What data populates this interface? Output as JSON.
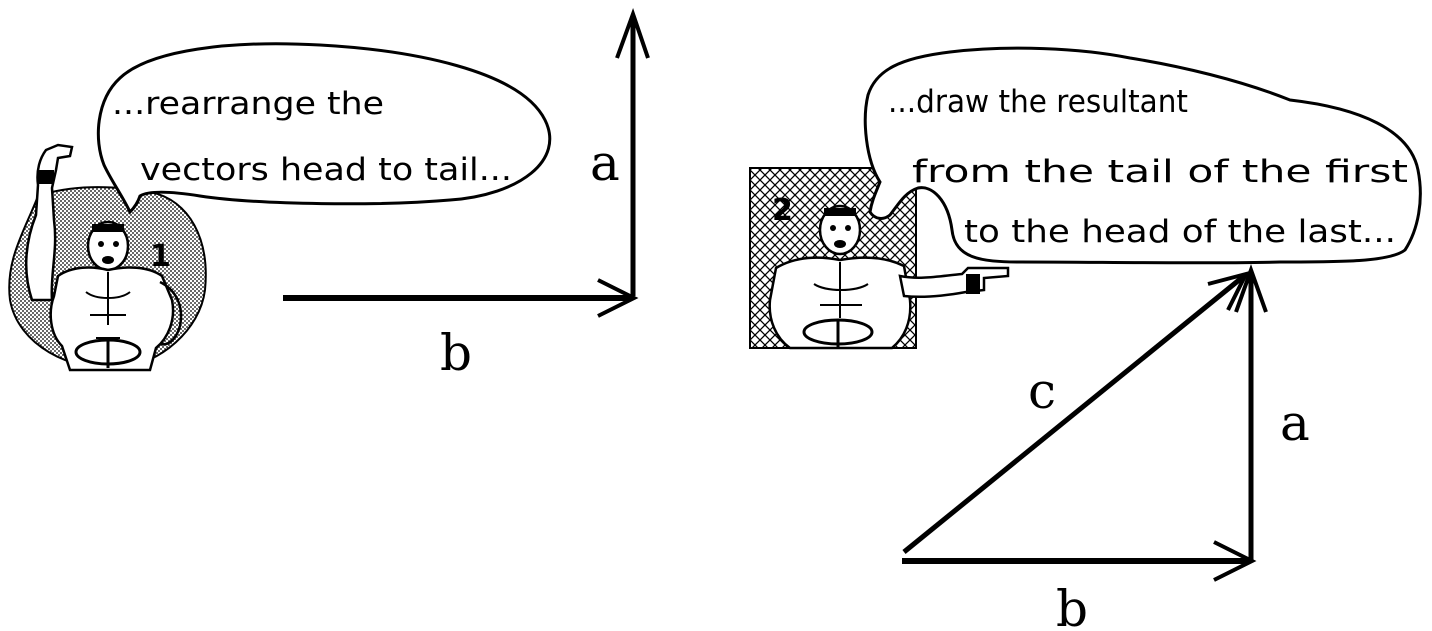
{
  "panel1": {
    "speech_line1": "...rearrange  the",
    "speech_line2": "vectors head to tail...",
    "badge": "1",
    "vectors": {
      "a": "a",
      "b": "b"
    }
  },
  "panel2": {
    "speech_line1": "...draw  the resultant",
    "speech_line2": "from  the tail of  the  first",
    "speech_line3": "to the head of the last...",
    "badge": "2",
    "vectors": {
      "a": "a",
      "b": "b",
      "c": "c"
    }
  },
  "colors": {
    "ink": "#000000",
    "paper": "#ffffff"
  },
  "icons": [
    "strongman-flexing-icon",
    "strongman-pointing-icon"
  ]
}
